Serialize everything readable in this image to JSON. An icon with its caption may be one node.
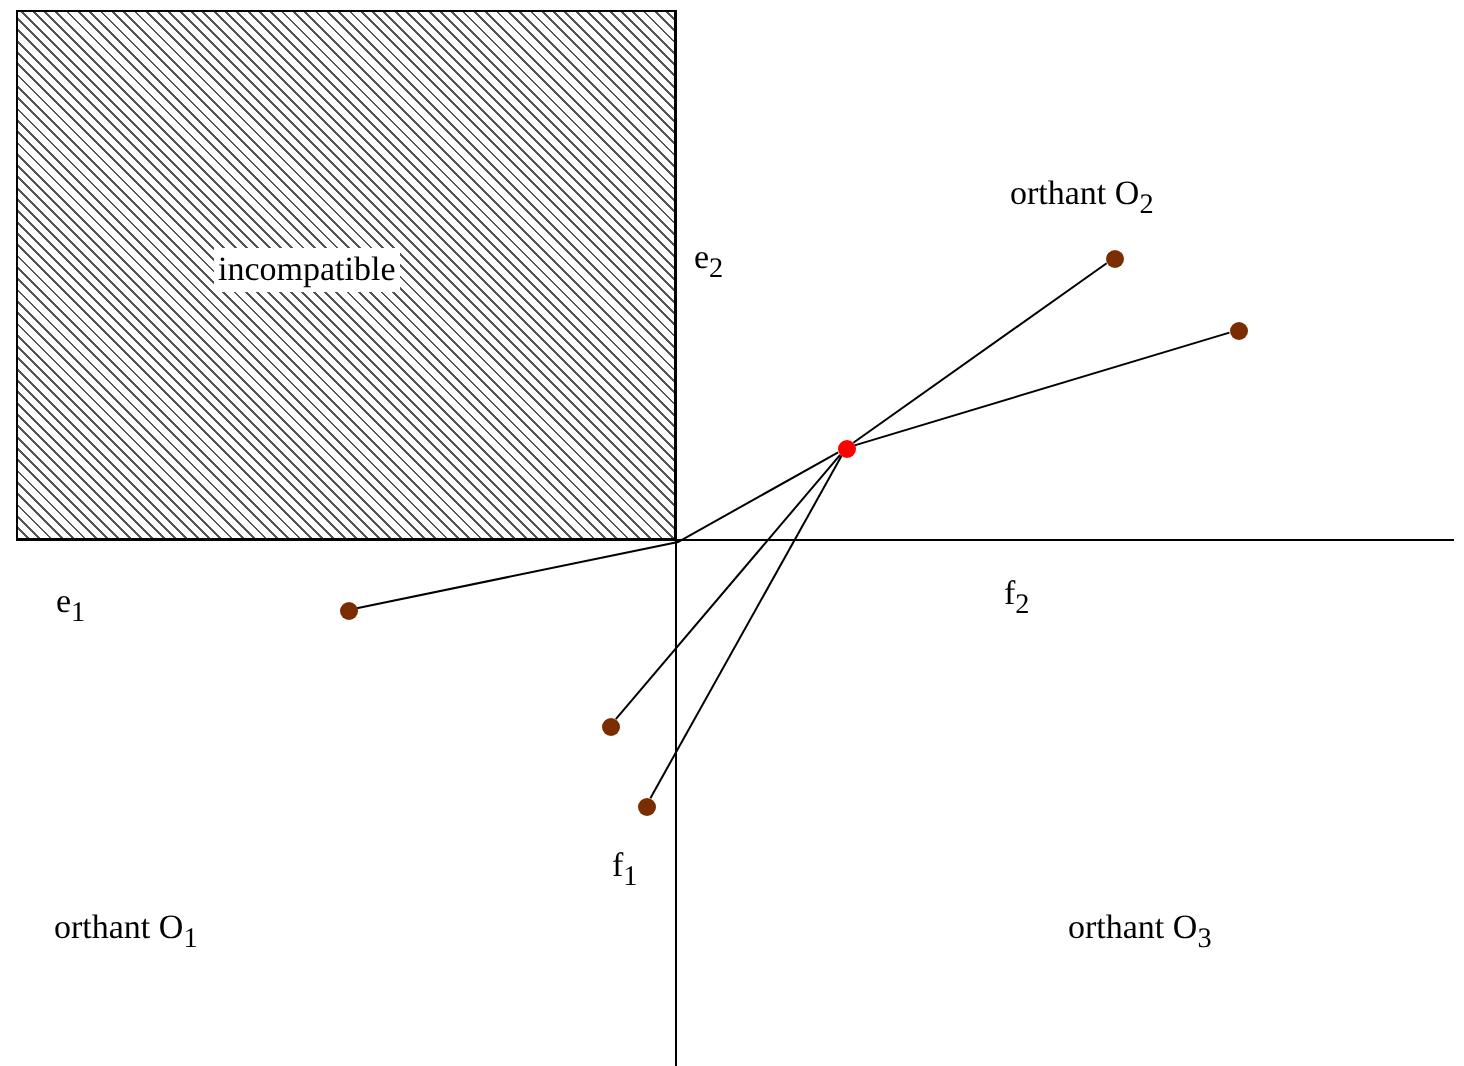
{
  "diagram": {
    "nodes": [
      {
        "text": [
          "incompatible"
        ]
      },
      {
        "text": [],
        "shape": "circle"
      },
      {
        "text": [],
        "shape": "circle"
      },
      {
        "text": [],
        "shape": "circle"
      },
      {
        "text": [],
        "shape": "circle"
      },
      {
        "text": [],
        "shape": "circle"
      },
      {
        "text": [],
        "shape": "circle"
      }
    ],
    "edges": [
      {
        "from": 3,
        "to": 1,
        "arrow": "none"
      },
      {
        "from": 3,
        "to": 2,
        "arrow": "none"
      },
      {
        "from": 3,
        "to": 4,
        "arrow": "none"
      },
      {
        "from": 3,
        "to": 5,
        "arrow": "none"
      },
      {
        "from": 3,
        "to": 6,
        "arrow": "none"
      }
    ],
    "labels": [
      "orthant O$_{2}$",
      "e$_{2}$",
      "e$_{1}$",
      "f$_{2}$",
      "f$_{1}$",
      "orthant O$_{1}$",
      "orthant O$_{3}$"
    ]
  }
}
